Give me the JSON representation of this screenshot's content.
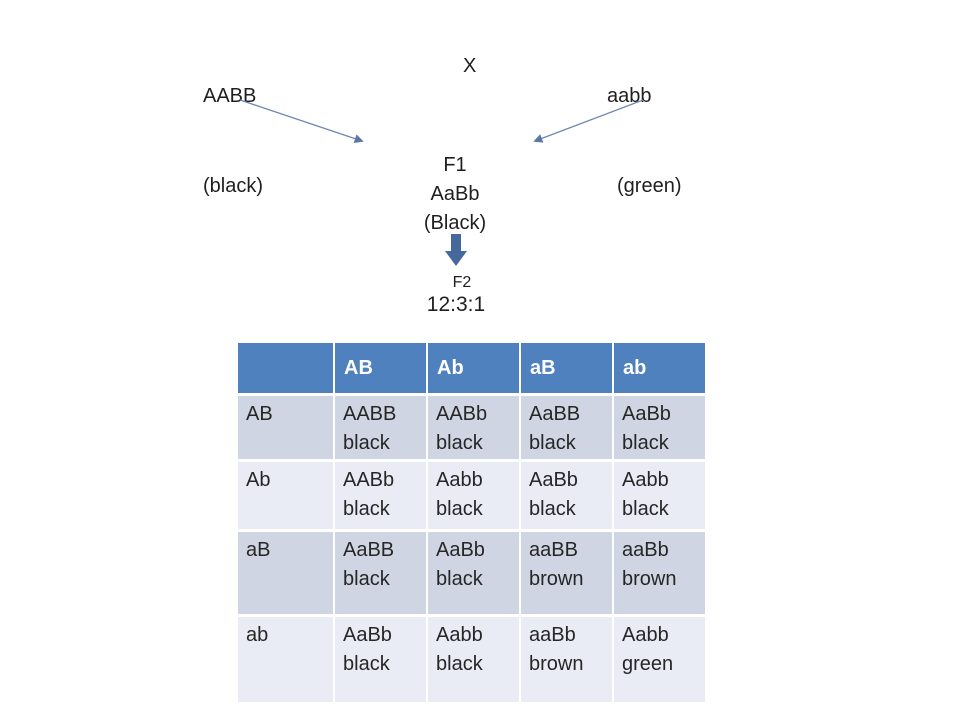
{
  "diagram": {
    "parent1_genotype": "AABB",
    "parent1_phenotype": "(black)",
    "cross_symbol": "X",
    "parent2_genotype": "aabb",
    "parent2_phenotype": "(green)",
    "f1_label": "F1",
    "f1_genotype": "AaBb",
    "f1_phenotype": "(Black)",
    "f2_label": "F2",
    "f2_ratio": "12:3:1"
  },
  "punnett": {
    "col_headers": [
      "AB",
      "Ab",
      "aB",
      "ab"
    ],
    "rows": [
      {
        "label": "AB",
        "cells": [
          {
            "genotype": "AABB",
            "phenotype": "black"
          },
          {
            "genotype": "AABb",
            "phenotype": "black"
          },
          {
            "genotype": "AaBB",
            "phenotype": "black"
          },
          {
            "genotype": "AaBb",
            "phenotype": "black"
          }
        ]
      },
      {
        "label": "Ab",
        "cells": [
          {
            "genotype": "AABb",
            "phenotype": "black"
          },
          {
            "genotype": "Aabb",
            "phenotype": "black"
          },
          {
            "genotype": "AaBb",
            "phenotype": "black"
          },
          {
            "genotype": "Aabb",
            "phenotype": "black"
          }
        ]
      },
      {
        "label": "aB",
        "cells": [
          {
            "genotype": "AaBB",
            "phenotype": "black"
          },
          {
            "genotype": "AaBb",
            "phenotype": "black"
          },
          {
            "genotype": "aaBB",
            "phenotype": "brown"
          },
          {
            "genotype": "aaBb",
            "phenotype": "brown"
          }
        ]
      },
      {
        "label": "ab",
        "cells": [
          {
            "genotype": "AaBb",
            "phenotype": "black"
          },
          {
            "genotype": "Aabb",
            "phenotype": "black"
          },
          {
            "genotype": "aaBb",
            "phenotype": "brown"
          },
          {
            "genotype": "Aabb",
            "phenotype": "green"
          }
        ]
      }
    ]
  },
  "colors": {
    "header_fill": "#4E81BD",
    "band_dark": "#CFD5E3",
    "band_light": "#E9ECF4",
    "arrow_line": "#6E86B2",
    "block_arrow": "#46699C",
    "text": "#262626"
  }
}
